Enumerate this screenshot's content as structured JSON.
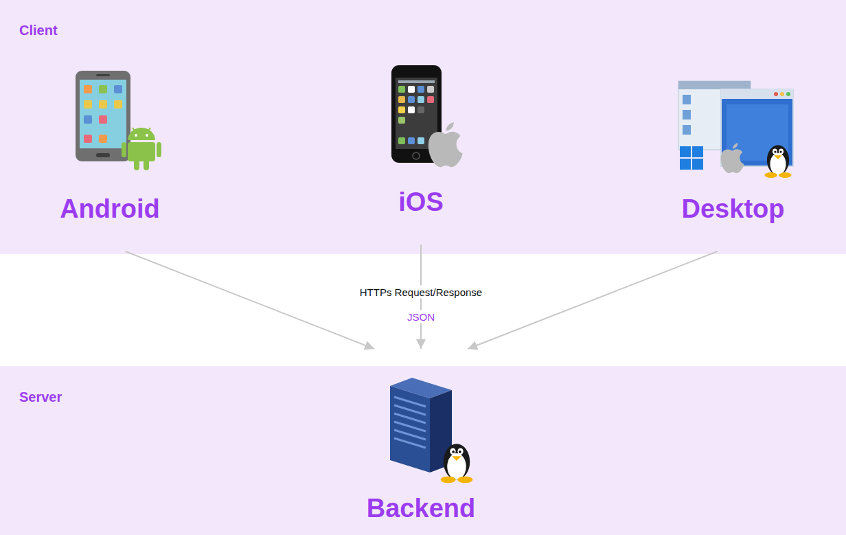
{
  "diagram": {
    "nodes": [
      {
        "text": [
          "Client"
        ]
      },
      {
        "text": [
          "Android"
        ],
        "in": 0
      },
      {
        "text": [
          "iOS"
        ],
        "in": 0
      },
      {
        "text": [
          "Desktop"
        ],
        "in": 0
      },
      {
        "text": [
          "Server"
        ]
      },
      {
        "text": [
          "Backend"
        ],
        "in": 4
      }
    ],
    "edges": [
      {
        "from": 1,
        "to": 5,
        "arrow": "to"
      },
      {
        "from": 2,
        "to": 5,
        "arrow": "to"
      },
      {
        "from": 3,
        "to": 5,
        "arrow": "to"
      }
    ],
    "labels": [
      "HTTPs Request/Response",
      "JSON"
    ]
  }
}
